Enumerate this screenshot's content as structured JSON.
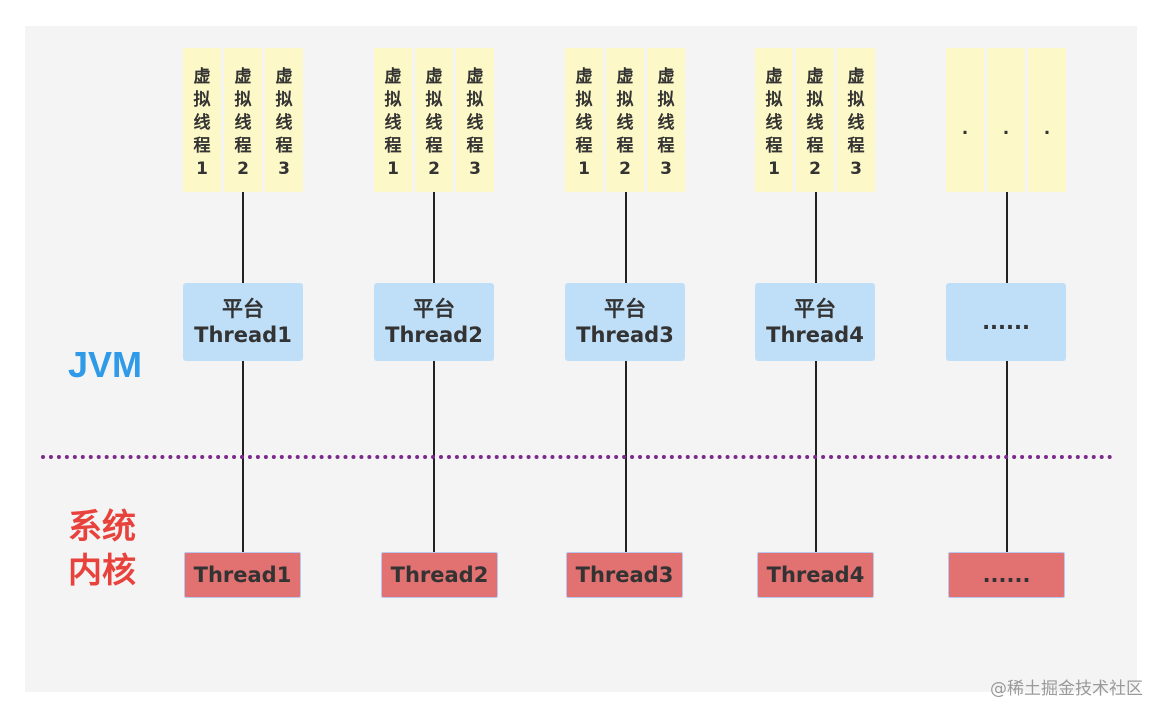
{
  "labels": {
    "jvm": "JVM",
    "kernel_line1": "系统",
    "kernel_line2": "内核",
    "watermark": "@稀土掘金技术社区"
  },
  "virtual_thread_chars": [
    "虚",
    "拟",
    "线",
    "程"
  ],
  "columns": [
    {
      "virtual_threads": [
        "1",
        "2",
        "3"
      ],
      "platform": {
        "line1": "平台",
        "line2": "Thread1"
      },
      "kernel": "Thread1"
    },
    {
      "virtual_threads": [
        "1",
        "2",
        "3"
      ],
      "platform": {
        "line1": "平台",
        "line2": "Thread2"
      },
      "kernel": "Thread2"
    },
    {
      "virtual_threads": [
        "1",
        "2",
        "3"
      ],
      "platform": {
        "line1": "平台",
        "line2": "Thread3"
      },
      "kernel": "Thread3"
    },
    {
      "virtual_threads": [
        "1",
        "2",
        "3"
      ],
      "platform": {
        "line1": "平台",
        "line2": "Thread4"
      },
      "kernel": "Thread4"
    },
    {
      "virtual_threads_placeholder": [
        ".",
        ".",
        "."
      ],
      "platform": {
        "line1": "",
        "line2": "......"
      },
      "kernel": "......"
    }
  ],
  "colors": {
    "virtual_thread_bg": "#fdf8c7",
    "platform_thread_bg": "#bfdff8",
    "kernel_thread_bg": "#e27171",
    "jvm_label": "#2f9be8",
    "kernel_label": "#e8423c",
    "divider": "#7b2a8a"
  }
}
